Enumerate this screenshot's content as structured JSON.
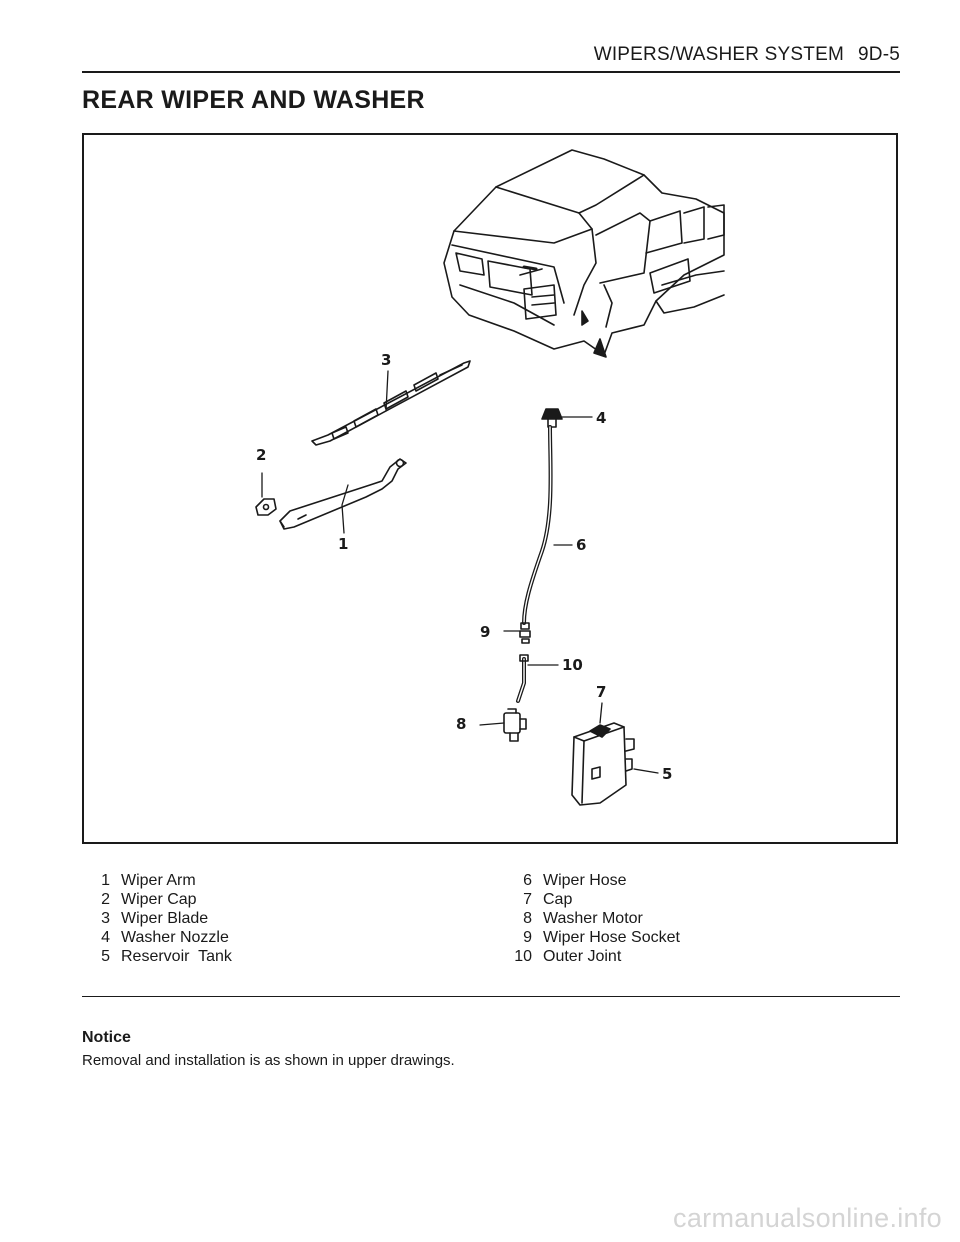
{
  "header": {
    "section": "WIPERS/WASHER SYSTEM",
    "page": "9D-5"
  },
  "title": "REAR WIPER AND WASHER",
  "figure": {
    "callouts": [
      "1",
      "2",
      "3",
      "4",
      "5",
      "6",
      "7",
      "8",
      "9",
      "10"
    ]
  },
  "legend": {
    "left": [
      {
        "num": "1",
        "label": "Wiper Arm"
      },
      {
        "num": "2",
        "label": "Wiper Cap"
      },
      {
        "num": "3",
        "label": "Wiper Blade"
      },
      {
        "num": "4",
        "label": "Washer Nozzle"
      },
      {
        "num": "5",
        "label": "Reservoir  Tank"
      }
    ],
    "right": [
      {
        "num": "6",
        "label": "Wiper Hose"
      },
      {
        "num": "7",
        "label": "Cap"
      },
      {
        "num": "8",
        "label": "Washer Motor"
      },
      {
        "num": "9",
        "label": "Wiper Hose Socket"
      },
      {
        "num": "10",
        "label": "Outer Joint"
      }
    ]
  },
  "notice": {
    "title": "Notice",
    "text": "Removal and installation is as shown in upper drawings."
  },
  "watermark": "carmanualsonline.info"
}
